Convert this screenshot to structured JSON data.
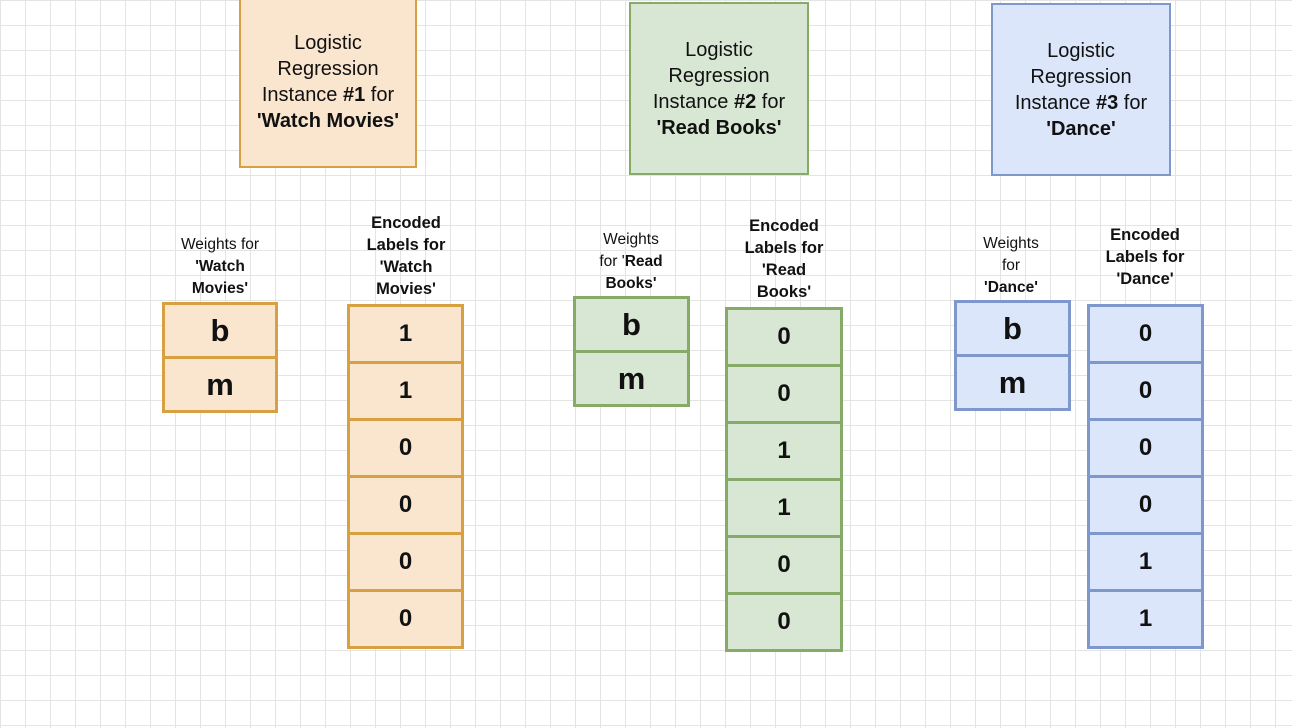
{
  "instances": [
    {
      "title_lines": [
        "Logistic",
        "Regression"
      ],
      "instance_prefix": "Instance ",
      "instance_number": "#1",
      "instance_suffix": " for",
      "target_quoted": "'Watch Movies'",
      "weights_caption_l1": "Weights for",
      "weights_caption_l2": "'Watch",
      "weights_caption_l3": "Movies'",
      "labels_caption": [
        "Encoded",
        "Labels for",
        "'Watch",
        "Movies'"
      ],
      "weights": [
        "b",
        "m"
      ],
      "labels": [
        "1",
        "1",
        "0",
        "0",
        "0",
        "0"
      ]
    },
    {
      "title_lines": [
        "Logistic",
        "Regression"
      ],
      "instance_prefix": "Instance ",
      "instance_number": "#2",
      "instance_suffix": " for",
      "target_quoted": "'Read Books'",
      "weights_caption_l1": "Weights",
      "weights_caption_l2a": "for '",
      "weights_caption_l2b": "Read",
      "weights_caption_l3": "Books'",
      "labels_caption": [
        "Encoded",
        "Labels for",
        "'Read",
        "Books'"
      ],
      "weights": [
        "b",
        "m"
      ],
      "labels": [
        "0",
        "0",
        "1",
        "1",
        "0",
        "0"
      ]
    },
    {
      "title_lines": [
        "Logistic",
        "Regression"
      ],
      "instance_prefix": "Instance ",
      "instance_number": "#3",
      "instance_suffix": " for",
      "target_quoted": "'Dance'",
      "weights_caption_l1": "Weights",
      "weights_caption_l2": "for",
      "weights_caption_l3": "'Dance'",
      "labels_caption": [
        "Encoded",
        "Labels for",
        "'Dance'"
      ],
      "weights": [
        "b",
        "m"
      ],
      "labels": [
        "0",
        "0",
        "0",
        "0",
        "1",
        "1"
      ]
    }
  ],
  "colors": {
    "orange_fill": "#fae5cf",
    "orange_stroke": "#d7a041",
    "green_fill": "#d8e7d3",
    "green_stroke": "#86aa68",
    "blue_fill": "#dbe6fb",
    "blue_stroke": "#7e98cc",
    "grid": "#e4e4e4"
  }
}
